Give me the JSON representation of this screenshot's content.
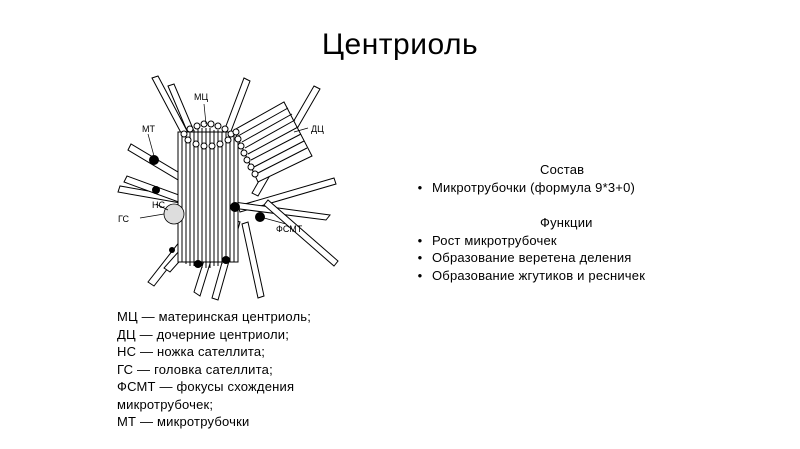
{
  "title": "Центриоль",
  "figure": {
    "labels": {
      "mc": "МЦ",
      "dc": "ДЦ",
      "mt": "МТ",
      "gs": "ГС",
      "ns": "НС",
      "fsmt": "ФСМТ"
    }
  },
  "legend": [
    "МЦ — материнская центриоль;",
    "ДЦ — дочерние центриоли;",
    "НС — ножка сателлита;",
    "ГС — головка сателлита;",
    "ФСМТ — фокусы схождения микротрубочек;",
    "МТ — микротрубочки"
  ],
  "composition": {
    "heading": "Состав",
    "items": [
      "Микротрубочки (формула 9*3+0)"
    ]
  },
  "functions": {
    "heading": "Функции",
    "items": [
      "Рост микротрубочек",
      "Образование веретена деления",
      "Образование жгутиков и ресничек"
    ]
  },
  "bullet_glyph": "•"
}
